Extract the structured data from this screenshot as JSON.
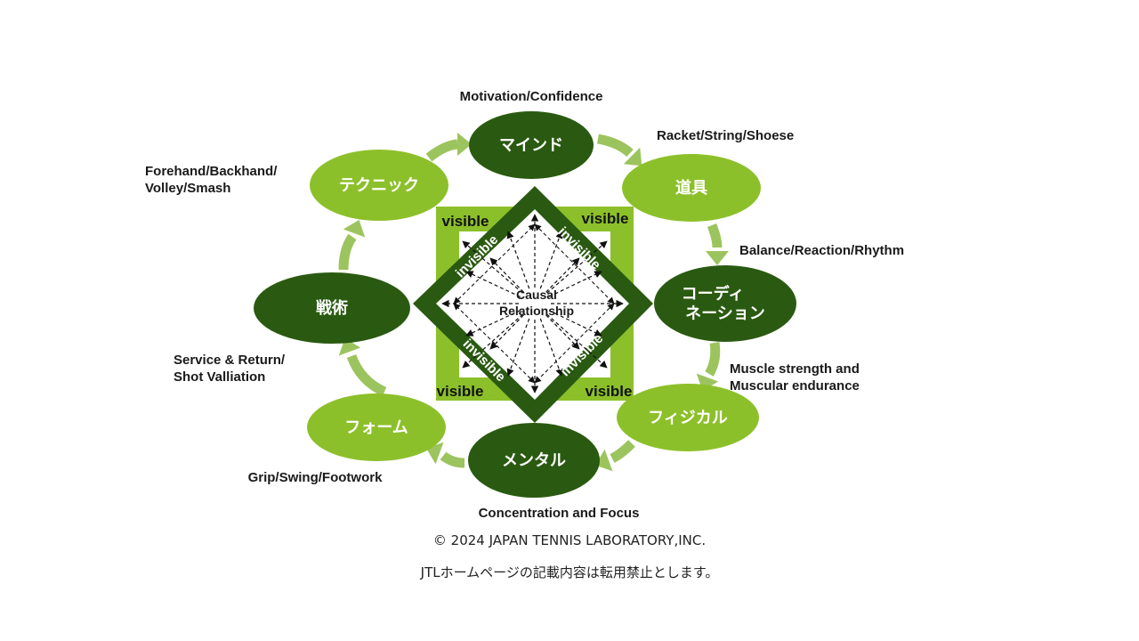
{
  "colors": {
    "dark_green": "#2a5a11",
    "light_green": "#8cc02a",
    "arrow_green": "#9cc45e",
    "label_text": "#1a1a1a"
  },
  "nodes": [
    {
      "id": "mind",
      "label": "マインド",
      "shade": "dark",
      "note": "Motivation/Confidence"
    },
    {
      "id": "equipment",
      "label": "道具",
      "shade": "light",
      "note": "Racket/String/Shoese"
    },
    {
      "id": "coordination",
      "label": [
        "コーディ",
        "ネーション"
      ],
      "shade": "dark",
      "note": "Balance/Reaction/Rhythm"
    },
    {
      "id": "physical",
      "label": "フィジカル",
      "shade": "light",
      "note": [
        "Muscle strength and",
        "Muscular endurance"
      ]
    },
    {
      "id": "mental",
      "label": "メンタル",
      "shade": "dark",
      "note": "Concentration and Focus"
    },
    {
      "id": "form",
      "label": "フォーム",
      "shade": "light",
      "note": "Grip/Swing/Footwork"
    },
    {
      "id": "tactics",
      "label": "戦術",
      "shade": "dark",
      "note": [
        "Service & Return/",
        "Shot Valliation"
      ]
    },
    {
      "id": "technique",
      "label": "テクニック",
      "shade": "light",
      "note": [
        "Forehand/Backhand/",
        "Volley/Smash"
      ]
    }
  ],
  "center": {
    "label": [
      "Causal",
      "Relationship"
    ],
    "square_label": "visible",
    "diamond_label": "invisible"
  },
  "footer": {
    "copyright": "© 2024 JAPAN TENNIS LABORATORY,INC.",
    "notice": "JTLホームページの記載内容は転用禁止とします。"
  }
}
